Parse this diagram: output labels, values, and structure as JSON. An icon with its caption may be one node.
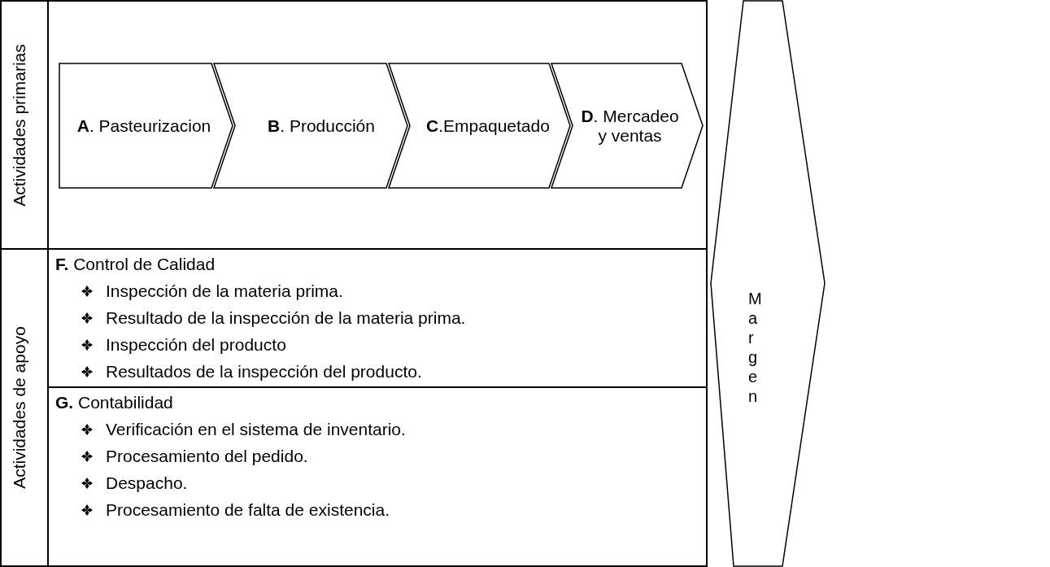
{
  "diagram": {
    "nodes": [
      {
        "text": [
          "Actividades primarias"
        ]
      },
      {
        "text": [
          "**A**. Pasteurizacion"
        ],
        "in": 0
      },
      {
        "text": [
          "**B**. Producción"
        ],
        "in": 0
      },
      {
        "text": [
          "**C**.Empaquetado"
        ],
        "in": 0
      },
      {
        "text": [
          "**D**. Mercadeo y ventas"
        ],
        "in": 0
      },
      {
        "text": [
          "Actividades de apoyo"
        ]
      },
      {
        "text": [
          "**F.** Control de Calidad",
          "Inspección de la materia prima.",
          "Resultado de la inspección de la materia prima.",
          "Inspección del producto",
          "Resultados de la inspección del producto."
        ],
        "in": 5
      },
      {
        "text": [
          "**G.** Contabilidad",
          "Verificación en el sistema de inventario.",
          "Procesamiento del pedido.",
          "Despacho.",
          "Procesamiento de falta de existencia."
        ],
        "in": 5
      },
      {
        "text": [
          "Margen"
        ]
      }
    ]
  }
}
